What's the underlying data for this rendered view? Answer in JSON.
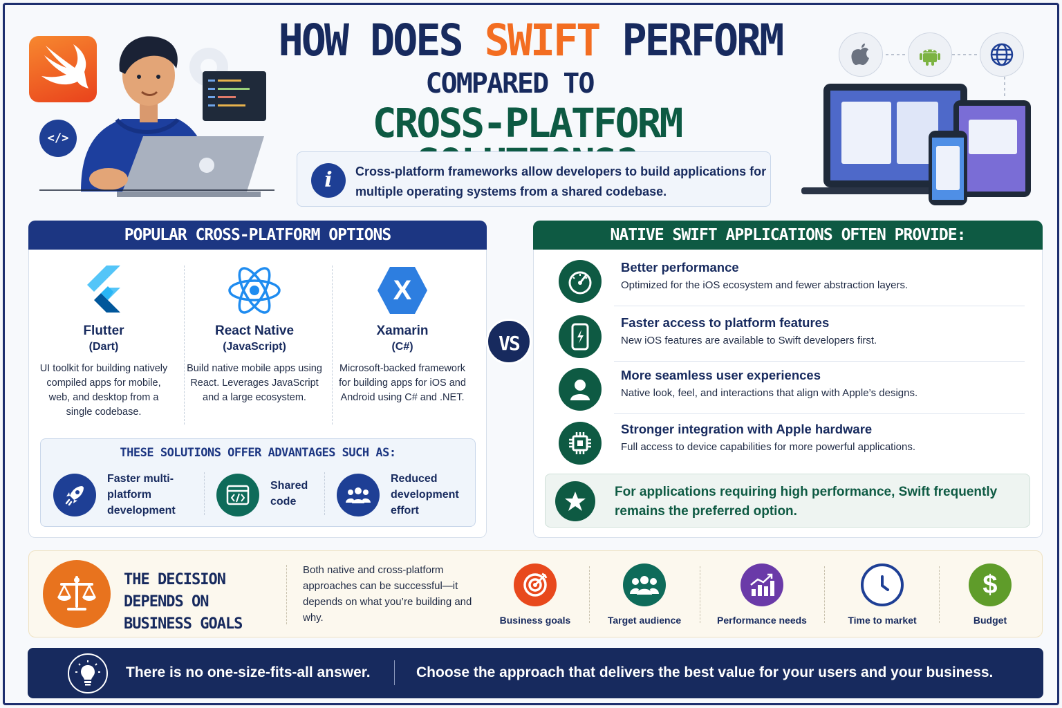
{
  "header": {
    "title_part1": "HOW DOES ",
    "title_accent": "SWIFT",
    "title_part2": " PERFORM",
    "title_line2": "COMPARED TO",
    "title_line3": "CROSS-PLATFORM SOLUTIONS?",
    "info_icon": "i",
    "info_text": "Cross-platform frameworks allow developers to build applications for multiple operating systems from a shared codebase."
  },
  "hero": {
    "code_badge": "</>",
    "icons": [
      "swift-logo",
      "developer-illustration",
      "laptop-icon",
      "apple-icon",
      "android-icon",
      "globe-icon",
      "devices-illustration"
    ]
  },
  "cross_platform": {
    "heading": "POPULAR CROSS-PLATFORM OPTIONS",
    "frameworks": [
      {
        "name": "Flutter",
        "lang": "(Dart)",
        "desc": "UI toolkit for building natively compiled apps for mobile, web, and desktop from a single codebase.",
        "icon": "flutter-icon"
      },
      {
        "name": "React Native",
        "lang": "(JavaScript)",
        "desc": "Build native mobile apps using React. Leverages JavaScript and a large ecosystem.",
        "icon": "react-icon"
      },
      {
        "name": "Xamarin",
        "lang": "(C#)",
        "desc": "Microsoft-backed framework for building apps for iOS and Android using C# and .NET.",
        "icon": "xamarin-icon",
        "glyph": "X"
      }
    ],
    "advantages_title": "THESE SOLUTIONS OFFER ADVANTAGES SUCH AS:",
    "advantages": [
      {
        "label": "Faster multi-platform development",
        "icon": "rocket-icon"
      },
      {
        "label": "Shared code",
        "icon": "code-window-icon"
      },
      {
        "label": "Reduced development effort",
        "icon": "team-icon"
      }
    ]
  },
  "vs_label": "VS",
  "native": {
    "heading": "NATIVE SWIFT APPLICATIONS OFTEN PROVIDE:",
    "benefits": [
      {
        "title": "Better performance",
        "desc": "Optimized for the iOS ecosystem and fewer abstraction layers.",
        "icon": "speedometer-icon"
      },
      {
        "title": "Faster access to platform features",
        "desc": "New iOS features are available to Swift developers first.",
        "icon": "phone-bolt-icon"
      },
      {
        "title": "More seamless user experiences",
        "desc": "Native look, feel, and interactions that align with Apple’s designs.",
        "icon": "user-icon"
      },
      {
        "title": "Stronger integration with Apple hardware",
        "desc": "Full access to device capabilities for more powerful applications.",
        "icon": "chip-icon"
      }
    ],
    "preferred": "For applications requiring high performance, Swift frequently remains the preferred option.",
    "preferred_icon": "star-icon"
  },
  "decision": {
    "title": "THE DECISION DEPENDS ON BUSINESS GOALS",
    "text": "Both native and cross-platform approaches can be successful—it depends on what you’re building and why.",
    "icon": "scales-icon",
    "factors": [
      {
        "label": "Business goals",
        "icon": "target-icon",
        "color": "#e8491d"
      },
      {
        "label": "Target audience",
        "icon": "audience-icon",
        "color": "#0e6b5a"
      },
      {
        "label": "Performance needs",
        "icon": "growth-chart-icon",
        "color": "#6a3aa8"
      },
      {
        "label": "Time to market",
        "icon": "clock-icon",
        "color": "#1e3f95"
      },
      {
        "label": "Budget",
        "icon": "dollar-icon",
        "color": "#5f9c2a",
        "glyph": "$"
      }
    ]
  },
  "footer": {
    "icon": "lightbulb-icon",
    "text1": "There is no one-size-fits-all answer.",
    "text2": "Choose the approach that delivers the best value for your users and your business."
  },
  "colors": {
    "navy": "#172a5e",
    "orange": "#f36d21",
    "green": "#0e5a43",
    "blue": "#1c3682"
  }
}
